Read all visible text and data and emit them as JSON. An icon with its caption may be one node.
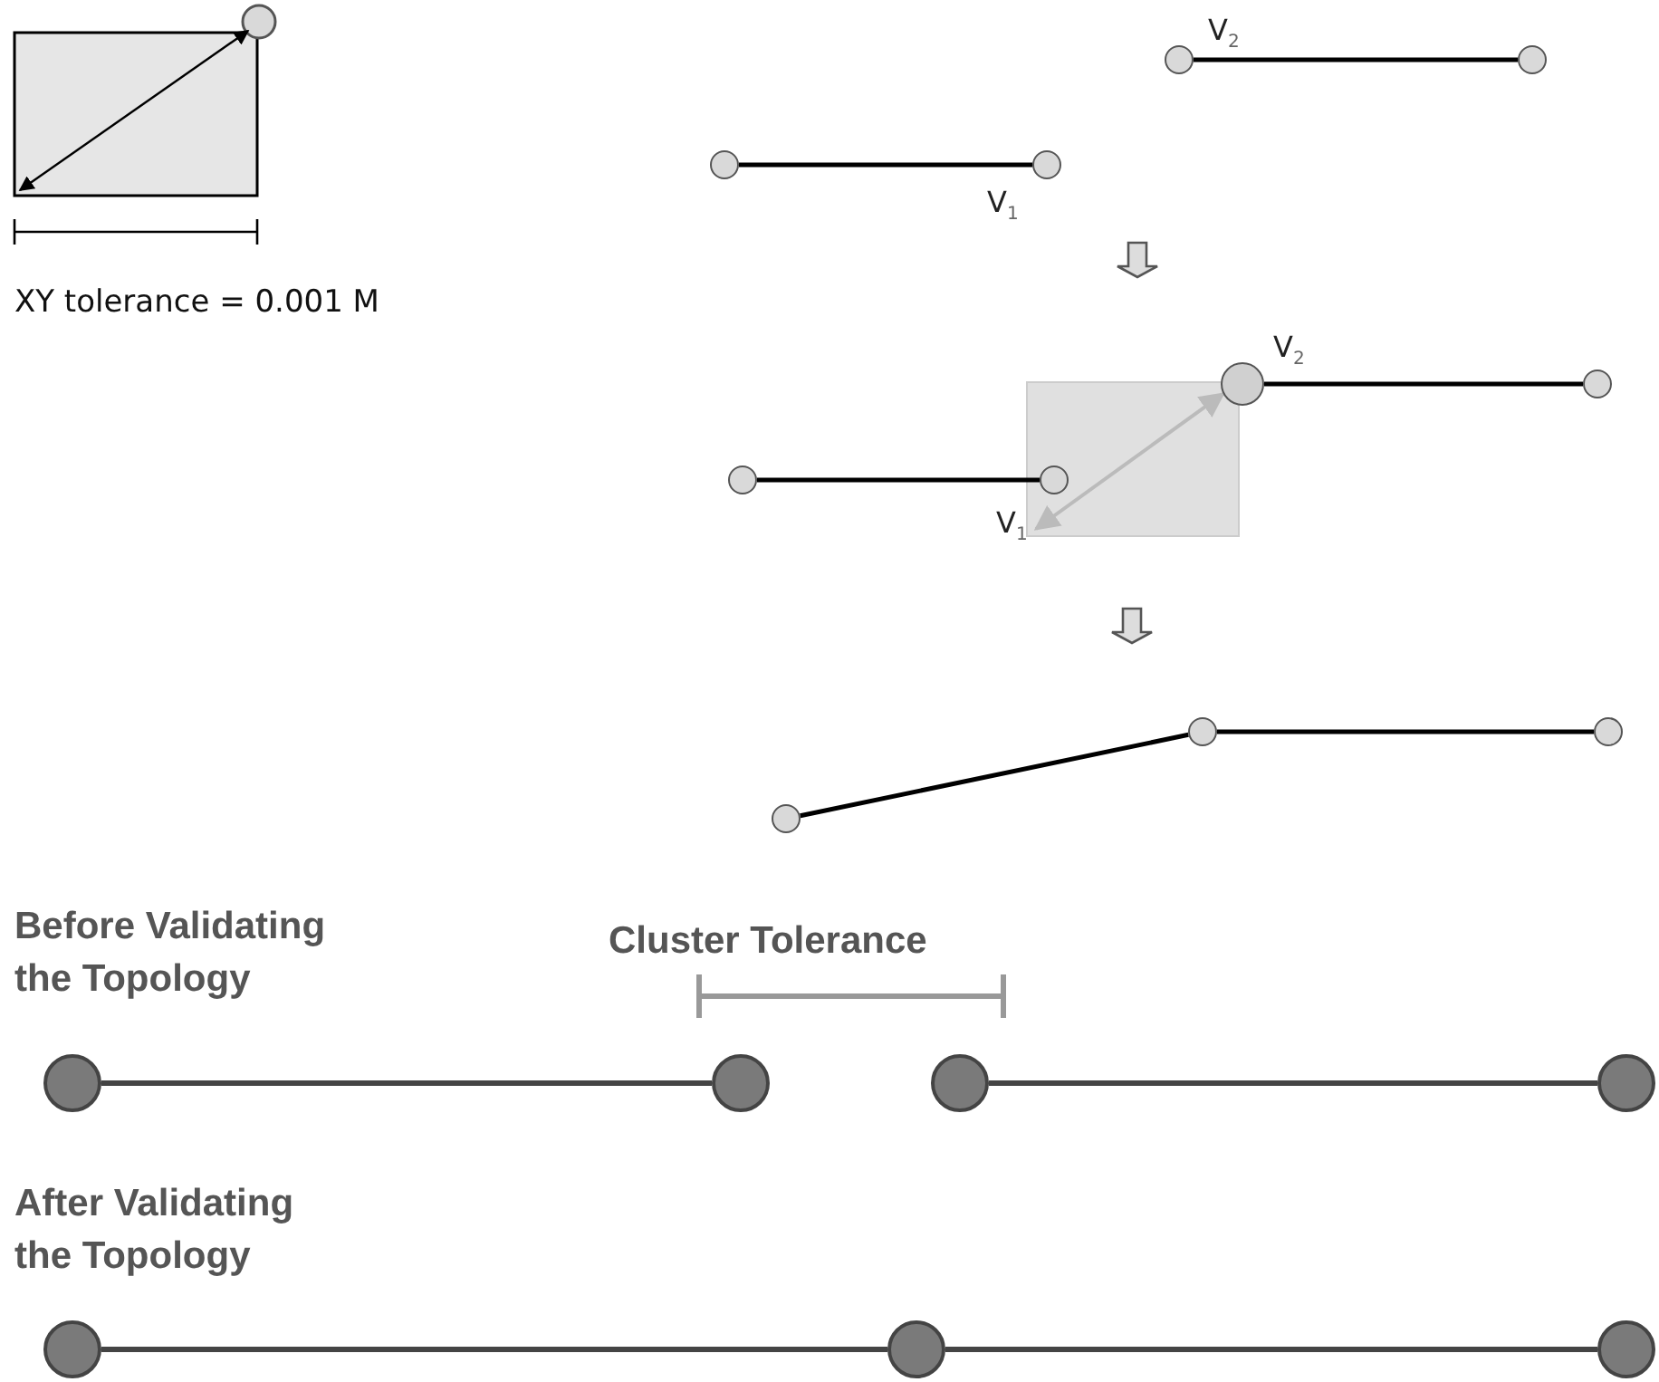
{
  "diagram": {
    "nodes": [
      {
        "text": [],
        "shape": "circle"
      },
      {
        "text": [],
        "shape": "circle",
        "beside": [
          "V$_{1}$"
        ]
      },
      {
        "text": [],
        "shape": "circle",
        "beside": [
          "V$_{2}$"
        ]
      },
      {
        "text": [],
        "shape": "circle"
      },
      {
        "text": [],
        "shape": "circle"
      },
      {
        "text": [],
        "shape": "circle",
        "beside": [
          "V$_{1}$"
        ]
      },
      {
        "text": [],
        "shape": "circle",
        "beside": [
          "V$_{2}$"
        ]
      },
      {
        "text": [],
        "shape": "circle"
      },
      {
        "text": [],
        "shape": "circle"
      },
      {
        "text": [],
        "shape": "circle"
      },
      {
        "text": [],
        "shape": "circle"
      },
      {
        "text": [],
        "shape": "circle"
      },
      {
        "text": [],
        "shape": "circle"
      },
      {
        "text": [],
        "shape": "circle"
      },
      {
        "text": [],
        "shape": "circle"
      },
      {
        "text": [],
        "shape": "circle"
      },
      {
        "text": [],
        "shape": "circle"
      },
      {
        "text": [],
        "shape": "circle"
      }
    ],
    "edges": [
      {
        "from": 0,
        "to": 1,
        "arrow": "none"
      },
      {
        "from": 2,
        "to": 3,
        "arrow": "none"
      },
      {
        "from": 4,
        "to": 5,
        "arrow": "none"
      },
      {
        "from": 6,
        "to": 7,
        "arrow": "none"
      },
      {
        "from": 5,
        "to": 6,
        "arrow": "both",
        "color": "#bbbbbb"
      },
      {
        "from": 8,
        "to": 9,
        "arrow": "none"
      },
      {
        "from": 9,
        "to": 10,
        "arrow": "none"
      },
      {
        "from": 11,
        "to": 12,
        "arrow": "none"
      },
      {
        "from": 13,
        "to": 14,
        "arrow": "none"
      },
      {
        "from": 15,
        "to": 16,
        "arrow": "none"
      },
      {
        "from": 16,
        "to": 17,
        "arrow": "none"
      }
    ],
    "labels": [
      "XY tolerance = 0.001 M",
      "Before Validating the Topology",
      "Cluster Tolerance",
      "After Validating the Topology"
    ]
  }
}
